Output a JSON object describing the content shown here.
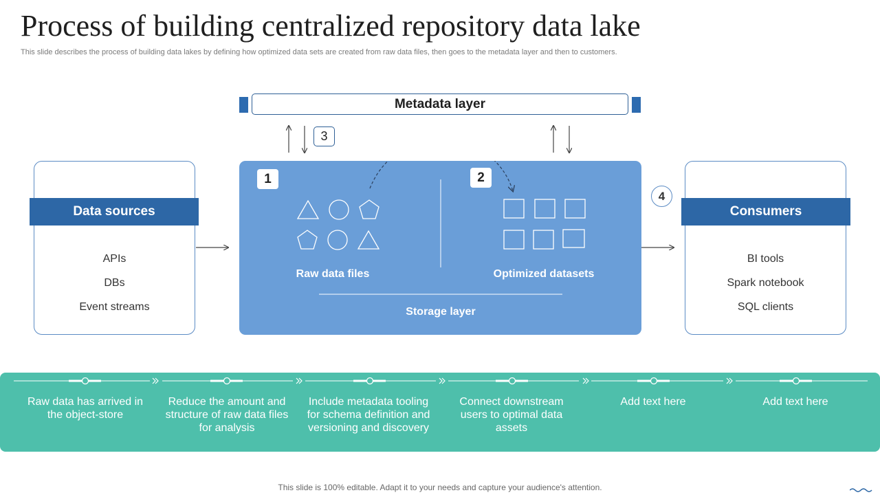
{
  "title": "Process of building centralized repository data lake",
  "subtitle": "This slide describes the process of building data lakes by defining how optimized data sets are created from raw data files, then goes to the metadata layer and then to customers.",
  "metadata_layer": "Metadata layer",
  "step_numbers": {
    "one": "1",
    "two": "2",
    "three": "3",
    "four": "4"
  },
  "storage": {
    "raw_label": "Raw data files",
    "optimized_label": "Optimized datasets",
    "storage_label": "Storage layer"
  },
  "data_sources": {
    "header": "Data sources",
    "items": [
      "APIs",
      "DBs",
      "Event streams"
    ]
  },
  "consumers": {
    "header": "Consumers",
    "items": [
      "BI tools",
      "Spark notebook",
      "SQL clients"
    ]
  },
  "timeline": [
    {
      "text": "Raw data has arrived in the object-store"
    },
    {
      "text": "Reduce the amount and structure  of raw data files for analysis"
    },
    {
      "text": "Include metadata tooling for schema definition and versioning and discovery"
    },
    {
      "text": "Connect downstream users to optimal data assets"
    },
    {
      "text": "Add text here"
    },
    {
      "text": "Add text here"
    }
  ],
  "footer": "This slide is 100% editable. Adapt it to your needs and capture your audience's attention.",
  "colors": {
    "primary_blue": "#2d67a6",
    "storage_blue": "#6a9ed8",
    "teal_band": "#4ebfab"
  }
}
